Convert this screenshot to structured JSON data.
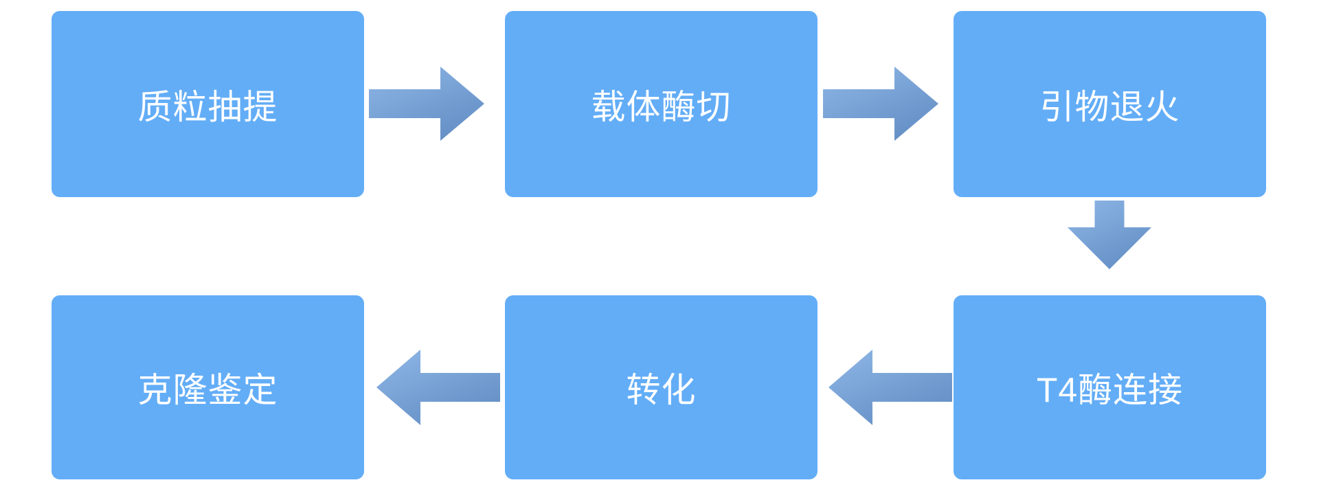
{
  "diagram": {
    "type": "flowchart",
    "nodes": [
      {
        "id": "step-1",
        "label": "质粒抽提"
      },
      {
        "id": "step-2",
        "label": "载体酶切"
      },
      {
        "id": "step-3",
        "label": "引物退火"
      },
      {
        "id": "step-4",
        "label": "T4酶连接"
      },
      {
        "id": "step-5",
        "label": "转化"
      },
      {
        "id": "step-6",
        "label": "克隆鉴定"
      }
    ],
    "connections": [
      {
        "from": "质粒抽提",
        "to": "载体酶切",
        "direction": "right"
      },
      {
        "from": "载体酶切",
        "to": "引物退火",
        "direction": "right"
      },
      {
        "from": "引物退火",
        "to": "T4酶连接",
        "direction": "down"
      },
      {
        "from": "T4酶连接",
        "to": "转化",
        "direction": "left"
      },
      {
        "from": "转化",
        "to": "克隆鉴定",
        "direction": "left"
      }
    ],
    "colors": {
      "node_fill": "#63ADF7",
      "node_text": "#FFFFFF",
      "arrow_gradient_light": "#8FB7E7",
      "arrow_gradient_dark": "#6590C6",
      "background": "#FFFFFF"
    }
  }
}
